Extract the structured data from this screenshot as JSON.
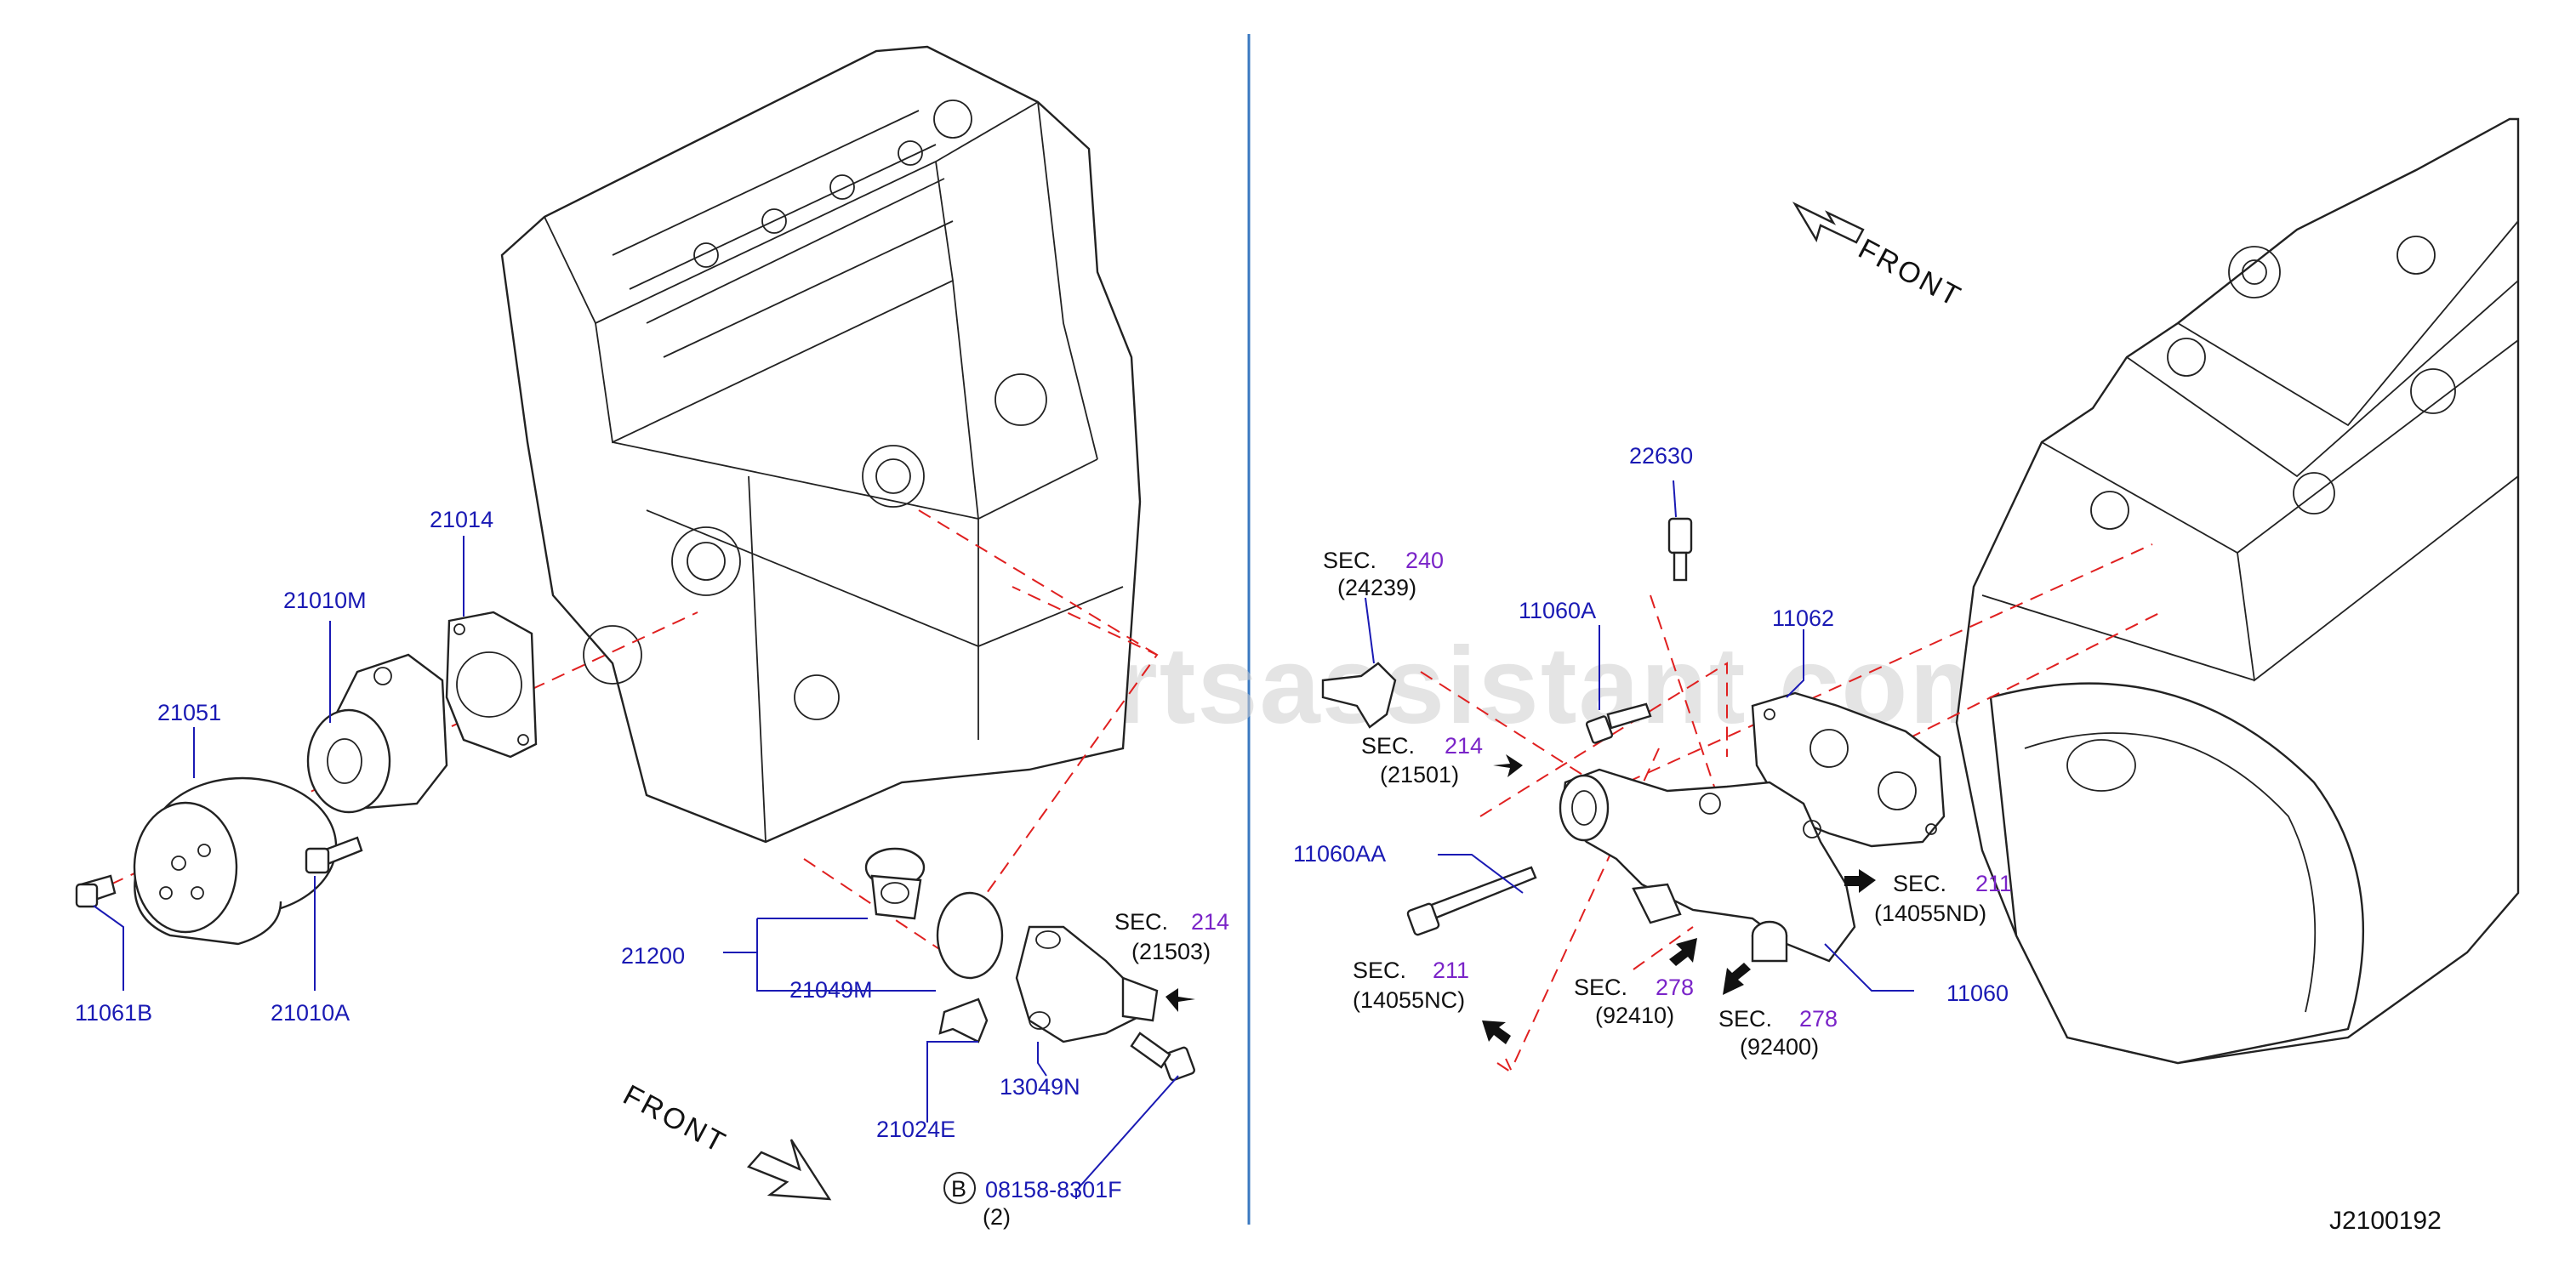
{
  "diagram_id": "J2100192",
  "watermark": "www.partsassistant.com",
  "left_view": {
    "front_label": "FRONT",
    "parts": {
      "p21014": "21014",
      "p21010M": "21010M",
      "p21051": "21051",
      "p11061B": "11061B",
      "p21010A": "21010A",
      "p21200": "21200",
      "p21049M": "21049M",
      "p21024E": "21024E",
      "p13049N": "13049N",
      "p08158": "08158-8301F",
      "p08158_qty": "(2)",
      "b_badge": "B"
    },
    "sec_214": {
      "sec": "SEC.",
      "num": "214",
      "ref": "(21503)"
    }
  },
  "right_view": {
    "front_label": "FRONT",
    "parts": {
      "p22630": "22630",
      "p11060A": "11060A",
      "p11062": "11062",
      "p11060AA": "11060AA",
      "p11060": "11060"
    },
    "sec_240": {
      "sec": "SEC.",
      "num": "240",
      "ref": "(24239)"
    },
    "sec_214": {
      "sec": "SEC.",
      "num": "214",
      "ref": "(21501)"
    },
    "sec_211_nd": {
      "sec": "SEC.",
      "num": "211",
      "ref": "(14055ND)"
    },
    "sec_211_nc": {
      "sec": "SEC.",
      "num": "211",
      "ref": "(14055NC)"
    },
    "sec_278_a": {
      "sec": "SEC.",
      "num": "278",
      "ref": "(92410)"
    },
    "sec_278_b": {
      "sec": "SEC.",
      "num": "278",
      "ref": "(92400)"
    }
  },
  "colors": {
    "part_number": "#1a1ab4",
    "section_number": "#7a24c8",
    "dashed_leader": "#e02020",
    "divider": "#3a78c0"
  }
}
